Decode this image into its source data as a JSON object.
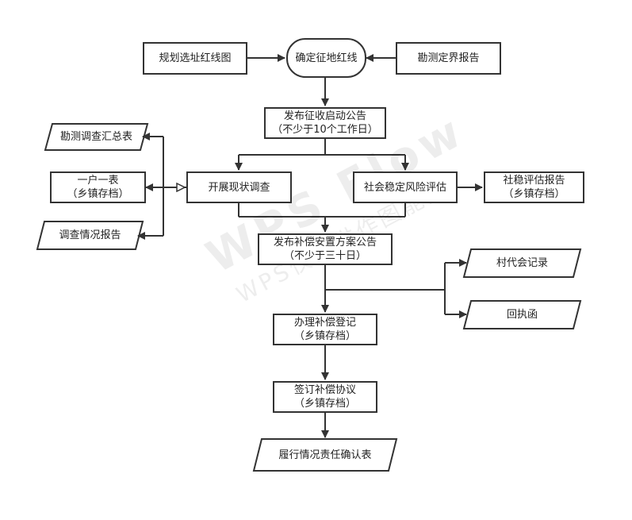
{
  "nodes": {
    "planning_map": {
      "lines": [
        "规划选址红线图"
      ]
    },
    "confirm_redline": {
      "lines": [
        "确定征地红线"
      ]
    },
    "survey_report": {
      "lines": [
        "勘测定界报告"
      ]
    },
    "announce_start": {
      "lines": [
        "发布征收启动公告",
        "（不少于10个工作日）"
      ]
    },
    "survey_summary": {
      "lines": [
        "勘测调查汇总表"
      ]
    },
    "household_form": {
      "lines": [
        "一户一表",
        "（乡镇存档）"
      ]
    },
    "survey_status_report": {
      "lines": [
        "调查情况报告"
      ]
    },
    "status_survey": {
      "lines": [
        "开展现状调查"
      ]
    },
    "risk_assessment": {
      "lines": [
        "社会稳定风险评估"
      ]
    },
    "risk_report": {
      "lines": [
        "社稳评估报告",
        "（乡镇存档）"
      ]
    },
    "announce_plan": {
      "lines": [
        "发布补偿安置方案公告",
        "（不少于三十日）"
      ]
    },
    "village_minutes": {
      "lines": [
        "村代会记录"
      ]
    },
    "receipt_letter": {
      "lines": [
        "回执函"
      ]
    },
    "compensation_registration": {
      "lines": [
        "办理补偿登记",
        "（乡镇存档）"
      ]
    },
    "compensation_agreement": {
      "lines": [
        "签订补偿协议",
        "（乡镇存档）"
      ]
    },
    "responsibility_form": {
      "lines": [
        "履行情况责任确认表"
      ]
    }
  },
  "watermark": {
    "line1": "WPS Flow",
    "line2": "WPS仅提供作图能力"
  },
  "colors": {
    "stroke": "#333333",
    "fill": "#ffffff",
    "text": "#222222"
  }
}
